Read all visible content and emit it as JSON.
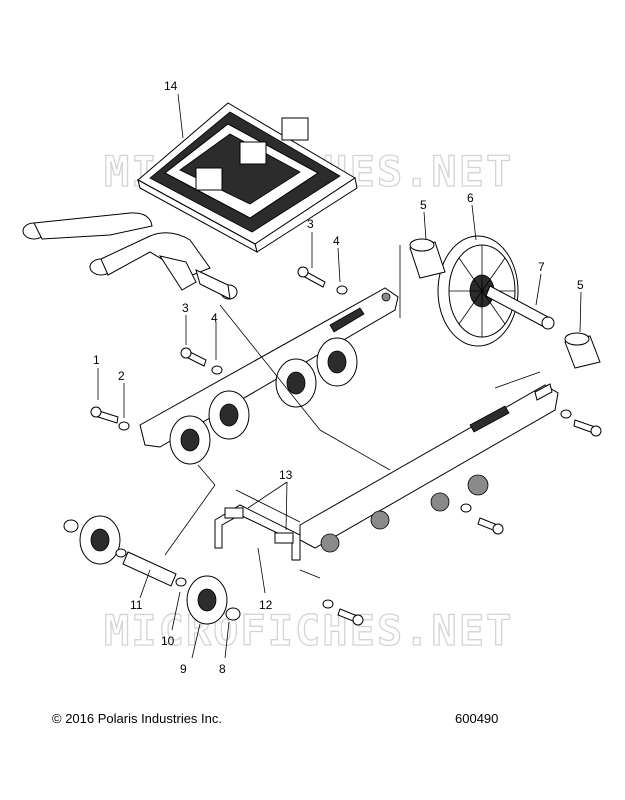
{
  "watermark": "MICROFICHES.NET",
  "footer": {
    "copyright": "© 2016 Polaris Industries Inc.",
    "diagram_number": "600490"
  },
  "callouts": {
    "c1": "1",
    "c2": "2",
    "c3a": "3",
    "c3b": "3",
    "c4a": "4",
    "c4b": "4",
    "c5a": "5",
    "c5b": "5",
    "c6": "6",
    "c7": "7",
    "c8": "8",
    "c9": "9",
    "c10": "10",
    "c11": "11",
    "c12": "12",
    "c13": "13",
    "c14": "14"
  }
}
